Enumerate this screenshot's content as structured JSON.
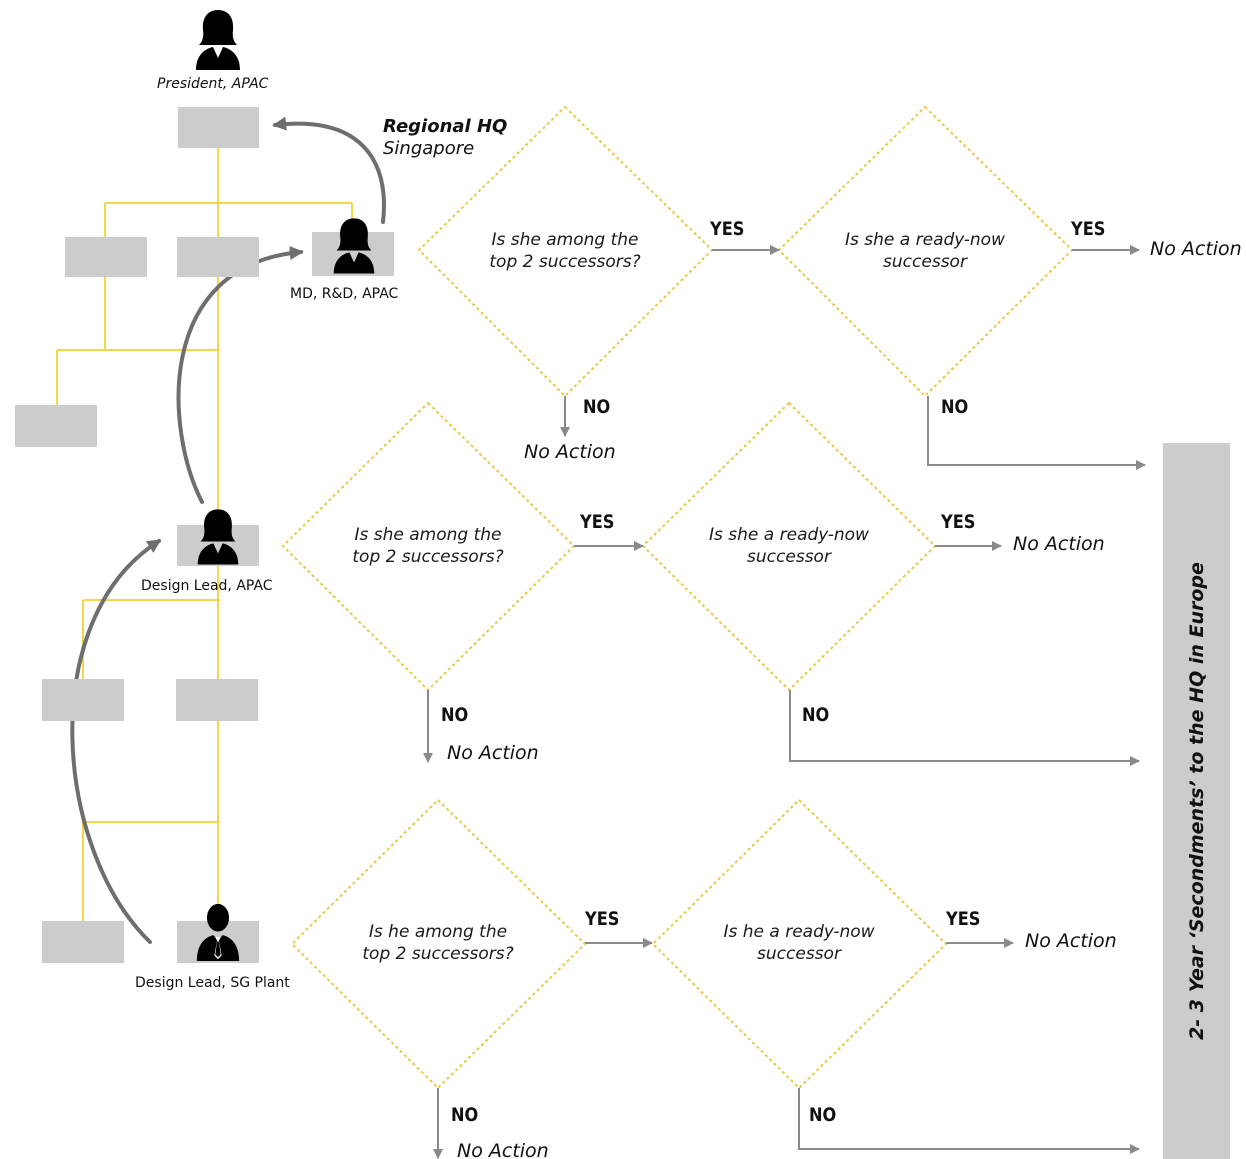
{
  "colors": {
    "org_line": "#f2d64b",
    "diamond_border": "#e8c84a",
    "box_fill": "#cccccc",
    "arrow_gray": "#8a8a8a",
    "arc_gray": "#6e6e6e"
  },
  "icons": {
    "woman": "person-female-icon",
    "man": "person-male-icon"
  },
  "roles": {
    "president": "President, APAC",
    "md": "MD, R&D, APAC",
    "design_lead_apac": "Design Lead, APAC",
    "design_lead_sg": "Design Lead, SG Plant"
  },
  "regional_hq": {
    "title": "Regional HQ",
    "location": "Singapore"
  },
  "flows": [
    {
      "q1": [
        "Is she among the",
        "top 2 successors?"
      ],
      "q2": [
        "Is she a ready-now",
        "successor"
      ],
      "yes": "YES",
      "no": "NO",
      "outcome": "No Action"
    },
    {
      "q1": [
        "Is she among the",
        "top 2 successors?"
      ],
      "q2": [
        "Is she a ready-now",
        "successor"
      ],
      "yes": "YES",
      "no": "NO",
      "outcome": "No Action"
    },
    {
      "q1": [
        "Is he among the",
        "top 2 successors?"
      ],
      "q2": [
        "Is he a ready-now",
        "successor"
      ],
      "yes": "YES",
      "no": "NO",
      "outcome": "No Action"
    }
  ],
  "side_label": "2- 3 Year ‘Secondments’ to the HQ in Europe"
}
